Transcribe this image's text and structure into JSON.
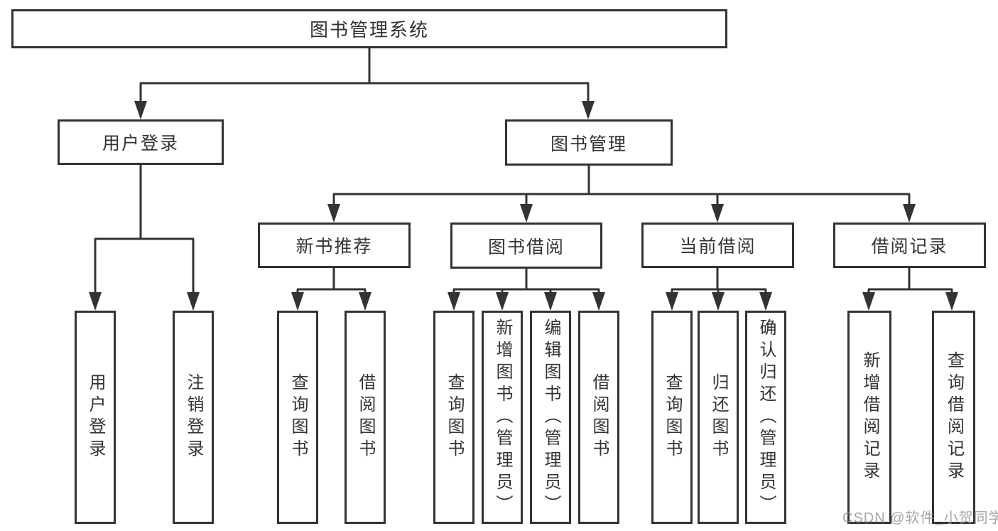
{
  "diagram": {
    "title": "图书管理系统",
    "branches": [
      {
        "label": "用户登录",
        "leaves": [
          "用户登录",
          "注销登录"
        ]
      },
      {
        "label": "图书管理",
        "modules": [
          {
            "label": "新书推荐",
            "leaves": [
              "查询图书",
              "借阅图书"
            ]
          },
          {
            "label": "图书借阅",
            "leaves": [
              "查询图书",
              "新增图书（管理员）",
              "编辑图书（管理员）",
              "借阅图书"
            ]
          },
          {
            "label": "当前借阅",
            "leaves": [
              "查询图书",
              "归还图书",
              "确认归还（管理员）"
            ]
          },
          {
            "label": "借阅记录",
            "leaves": [
              "新增借阅记录",
              "查询借阅记录"
            ]
          }
        ]
      }
    ]
  },
  "watermark": {
    "text": "CSDN @软件_小贺同学"
  },
  "colors": {
    "line": "#333333",
    "text": "#333333",
    "box_background": "#ffffff",
    "page_background": "#ffffff",
    "watermark": "#96969b"
  }
}
